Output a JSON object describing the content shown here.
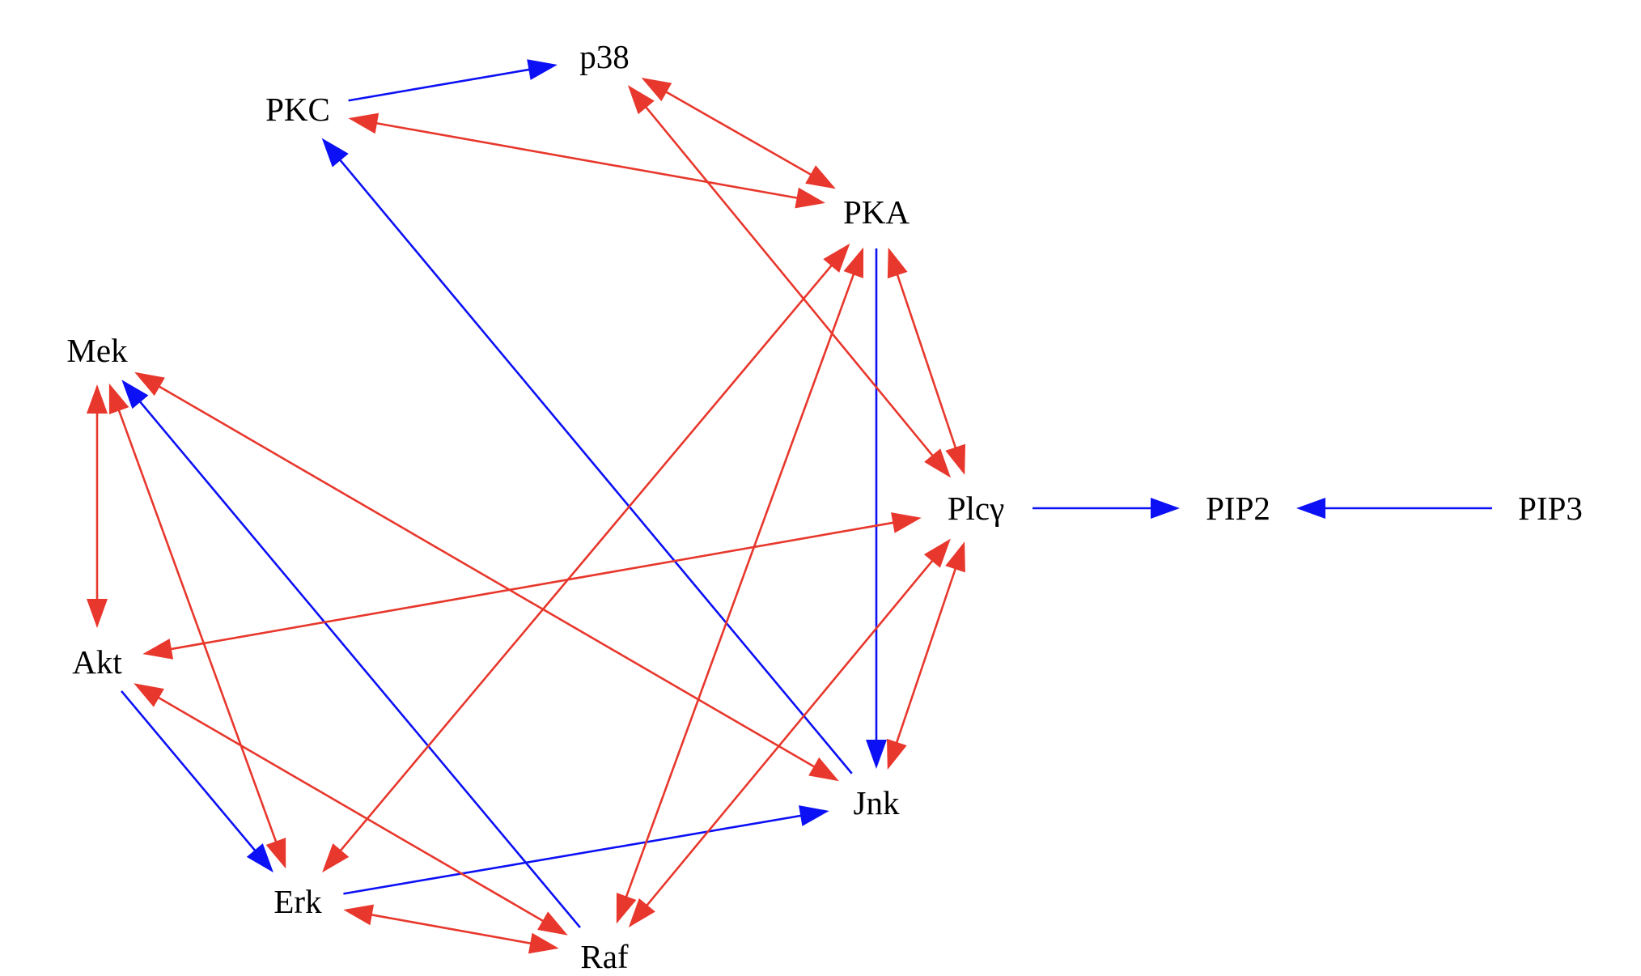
{
  "colors": {
    "background": "#ffffff",
    "label": "#000000",
    "directed_edge": "#0c10f5",
    "bidirected_edge": "#e8372c"
  },
  "nodes": [
    {
      "id": "p38",
      "label": "p38"
    },
    {
      "id": "PKC",
      "label": "PKC"
    },
    {
      "id": "PKA",
      "label": "PKA"
    },
    {
      "id": "Mek",
      "label": "Mek"
    },
    {
      "id": "Plcg",
      "label": "Plcγ"
    },
    {
      "id": "PIP2",
      "label": "PIP2"
    },
    {
      "id": "PIP3",
      "label": "PIP3"
    },
    {
      "id": "Akt",
      "label": "Akt"
    },
    {
      "id": "Jnk",
      "label": "Jnk"
    },
    {
      "id": "Erk",
      "label": "Erk"
    },
    {
      "id": "Raf",
      "label": "Raf"
    }
  ],
  "edges": [
    {
      "from": "PKC",
      "to": "p38",
      "kind": "directed"
    },
    {
      "from": "Jnk",
      "to": "PKC",
      "kind": "directed"
    },
    {
      "from": "PKA",
      "to": "Jnk",
      "kind": "directed"
    },
    {
      "from": "Plcg",
      "to": "PIP2",
      "kind": "directed"
    },
    {
      "from": "PIP3",
      "to": "PIP2",
      "kind": "directed"
    },
    {
      "from": "Raf",
      "to": "Mek",
      "kind": "directed"
    },
    {
      "from": "Akt",
      "to": "Erk",
      "kind": "directed"
    },
    {
      "from": "Erk",
      "to": "Jnk",
      "kind": "directed"
    },
    {
      "from": "p38",
      "to": "PKA",
      "kind": "bidirected"
    },
    {
      "from": "PKC",
      "to": "PKA",
      "kind": "bidirected"
    },
    {
      "from": "p38",
      "to": "Plcg",
      "kind": "bidirected"
    },
    {
      "from": "PKA",
      "to": "Plcg",
      "kind": "bidirected"
    },
    {
      "from": "PKA",
      "to": "Erk",
      "kind": "bidirected"
    },
    {
      "from": "PKA",
      "to": "Raf",
      "kind": "bidirected"
    },
    {
      "from": "Mek",
      "to": "Akt",
      "kind": "bidirected"
    },
    {
      "from": "Mek",
      "to": "Erk",
      "kind": "bidirected"
    },
    {
      "from": "Mek",
      "to": "Jnk",
      "kind": "bidirected"
    },
    {
      "from": "Plcg",
      "to": "Akt",
      "kind": "bidirected"
    },
    {
      "from": "Plcg",
      "to": "Raf",
      "kind": "bidirected"
    },
    {
      "from": "Plcg",
      "to": "Jnk",
      "kind": "bidirected"
    },
    {
      "from": "Akt",
      "to": "Raf",
      "kind": "bidirected"
    },
    {
      "from": "Erk",
      "to": "Raf",
      "kind": "bidirected"
    }
  ]
}
